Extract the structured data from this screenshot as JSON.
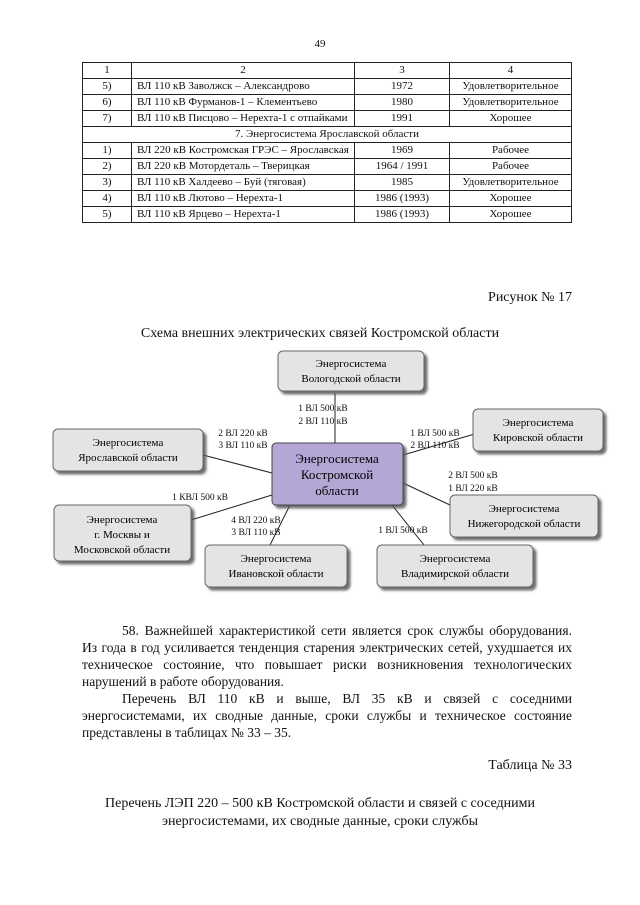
{
  "page_number": "49",
  "table": {
    "header": [
      "1",
      "2",
      "3",
      "4"
    ],
    "rows_top": [
      {
        "num": "5)",
        "name": "ВЛ 110 кВ Заволжск – Александрово",
        "year": "1972",
        "state": "Удовлетворительное"
      },
      {
        "num": "6)",
        "name": "ВЛ 110 кВ Фурманов-1 – Клементьево",
        "year": "1980",
        "state": "Удовлетворительное"
      },
      {
        "num": "7)",
        "name": "ВЛ 110 кВ Писцово – Нерехта-1 с отпайками",
        "year": "1991",
        "state": "Хорошее"
      }
    ],
    "section_title": "7. Энергосистема Ярославской области",
    "rows_bottom": [
      {
        "num": "1)",
        "name": "ВЛ 220 кВ Костромская ГРЭС – Ярославская",
        "year": "1969",
        "state": "Рабочее"
      },
      {
        "num": "2)",
        "name": "ВЛ 220 кВ Мотордеталь – Тверицкая",
        "year": "1964 / 1991",
        "state": "Рабочее"
      },
      {
        "num": "3)",
        "name": "ВЛ 110 кВ Халдеево – Буй (тяговая)",
        "year": "1985",
        "state": "Удовлетворительное"
      },
      {
        "num": "4)",
        "name": "ВЛ 110 кВ Лютово – Нерехта-1",
        "year": "1986 (1993)",
        "state": "Хорошее"
      },
      {
        "num": "5)",
        "name": "ВЛ 110 кВ Ярцево – Нерехта-1",
        "year": "1986 (1993)",
        "state": "Хорошее"
      }
    ]
  },
  "figure": {
    "label": "Рисунок № 17",
    "title": "Схема внешних электрических связей Костромской области",
    "center": {
      "line1": "Энергосистема",
      "line2": "Костромской",
      "line3": "области"
    },
    "nodes": {
      "vologda": {
        "line1": "Энергосистема",
        "line2": "Вологодской области"
      },
      "kirov": {
        "line1": "Энергосистема",
        "line2": "Кировской области"
      },
      "yaroslavl": {
        "line1": "Энергосистема",
        "line2": "Ярославской области"
      },
      "nizhny": {
        "line1": "Энергосистема",
        "line2": "Нижегородской области"
      },
      "moscow": {
        "line1": "Энергосистема",
        "line2": "г. Москвы и",
        "line3": "Московской области"
      },
      "ivanovo": {
        "line1": "Энергосистема",
        "line2": "Ивановской области"
      },
      "vladimir": {
        "line1": "Энергосистема",
        "line2": "Владимирской области"
      }
    },
    "links": {
      "vologda": {
        "l1": "1 ВЛ 500 кВ",
        "l2": "2 ВЛ 110 кВ"
      },
      "kirov": {
        "l1": "1 ВЛ 500 кВ",
        "l2": "2 ВЛ 110 кВ"
      },
      "yaroslavl": {
        "l1": "2 ВЛ 220 кВ",
        "l2": "3 ВЛ 110 кВ"
      },
      "nizhny": {
        "l1": "2 ВЛ 500 кВ",
        "l2": "1 ВЛ 220 кВ"
      },
      "moscow": {
        "l1": "1 КВЛ 500 кВ"
      },
      "ivanovo": {
        "l1": "4 ВЛ 220 кВ",
        "l2": "3 ВЛ 110 кВ"
      },
      "vladimir": {
        "l1": "1 ВЛ 500 кВ"
      }
    },
    "colors": {
      "center_fill": "#b4a7d6",
      "node_fill": "#e4e4e4",
      "shadow": "#555555"
    }
  },
  "paragraph": {
    "p1": "58. Важнейшей характеристикой сети является срок службы оборудования. Из года в год усиливается тенденция старения электрических сетей, ухудшается их техническое состояние, что повышает риски возникновения технологических нарушений в работе оборудования.",
    "p2": "Перечень ВЛ 110 кВ и выше, ВЛ 35 кВ и связей с соседними энергосистемами, их сводные данные, сроки службы и техническое состояние представлены в таблицах № 33 – 35."
  },
  "table_label": "Таблица № 33",
  "table_title": {
    "line1": "Перечень ЛЭП 220 – 500 кВ Костромской области и связей с соседними",
    "line2": "энергосистемами, их сводные данные, сроки службы"
  }
}
